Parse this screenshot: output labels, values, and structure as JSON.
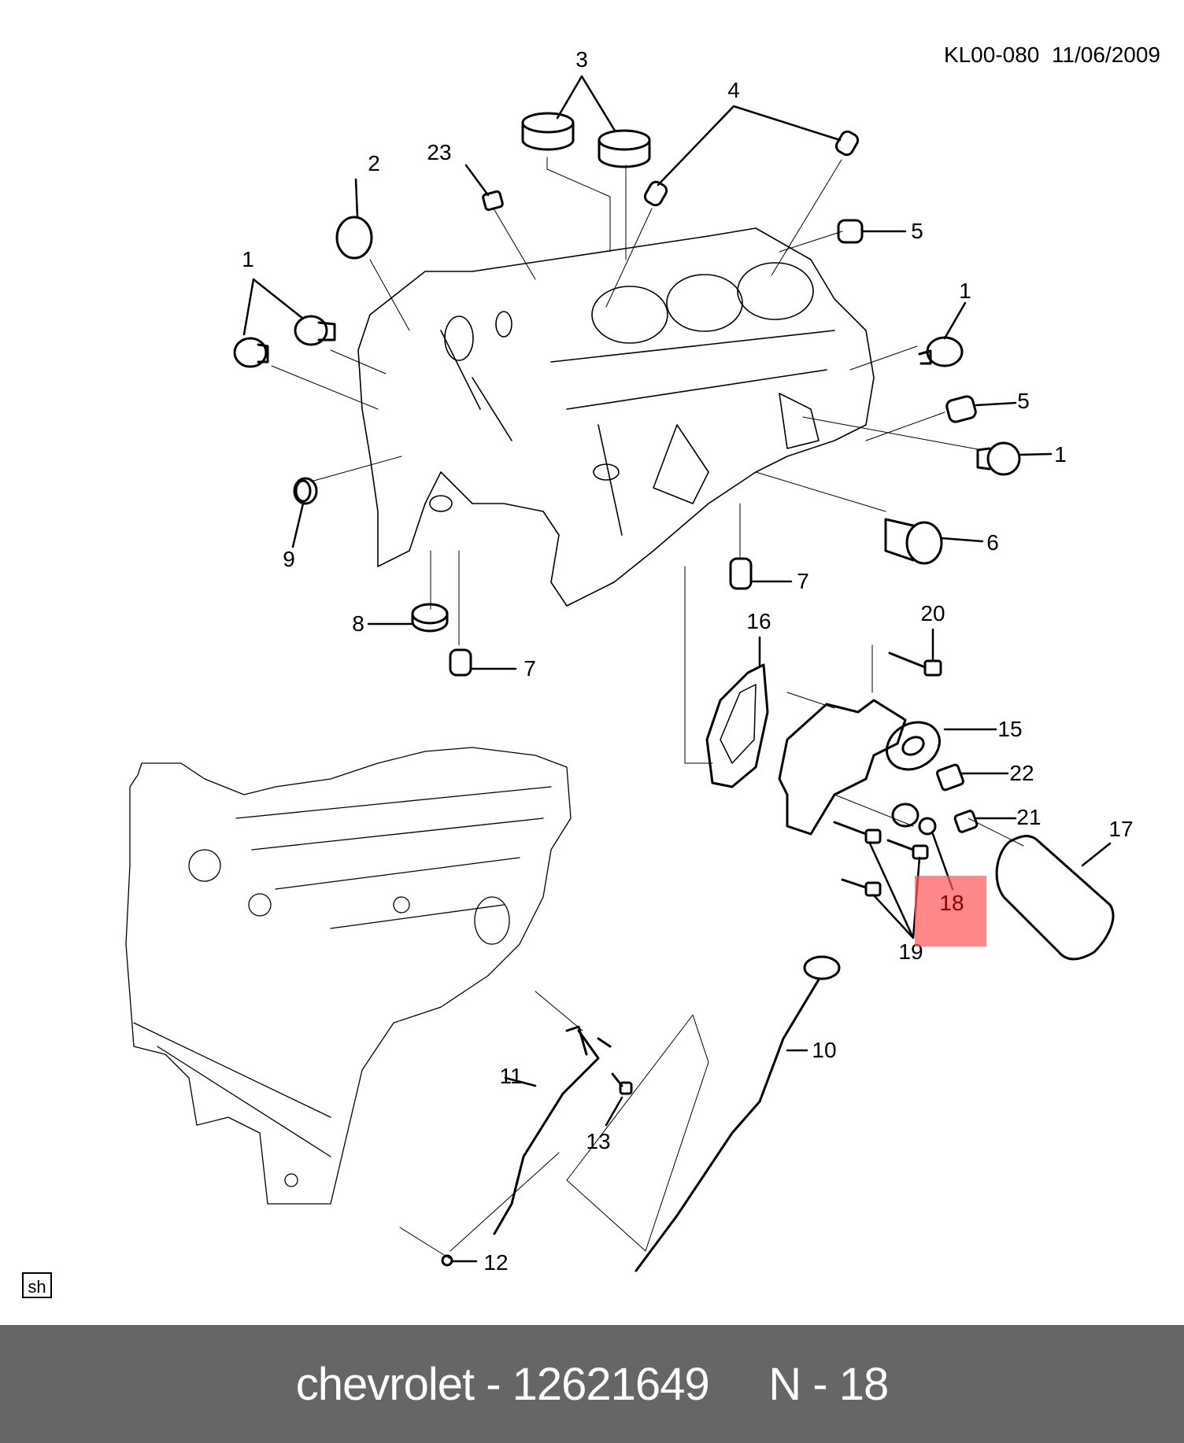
{
  "header": {
    "diagram_code": "KL00-080",
    "date": "11/06/2009"
  },
  "callouts": [
    {
      "id": "3",
      "label": "3"
    },
    {
      "id": "4",
      "label": "4"
    },
    {
      "id": "23",
      "label": "23"
    },
    {
      "id": "2",
      "label": "2"
    },
    {
      "id": "5a",
      "label": "5"
    },
    {
      "id": "1a",
      "label": "1"
    },
    {
      "id": "1b",
      "label": "1"
    },
    {
      "id": "5b",
      "label": "5"
    },
    {
      "id": "1c",
      "label": "1"
    },
    {
      "id": "9",
      "label": "9"
    },
    {
      "id": "6",
      "label": "6"
    },
    {
      "id": "7a",
      "label": "7"
    },
    {
      "id": "8",
      "label": "8"
    },
    {
      "id": "7b",
      "label": "7"
    },
    {
      "id": "16",
      "label": "16"
    },
    {
      "id": "20",
      "label": "20"
    },
    {
      "id": "15",
      "label": "15"
    },
    {
      "id": "22",
      "label": "22"
    },
    {
      "id": "21",
      "label": "21"
    },
    {
      "id": "17",
      "label": "17"
    },
    {
      "id": "19",
      "label": "19"
    },
    {
      "id": "10",
      "label": "10"
    },
    {
      "id": "11",
      "label": "11"
    },
    {
      "id": "13",
      "label": "13"
    },
    {
      "id": "12",
      "label": "12"
    }
  ],
  "highlight": {
    "label": "18",
    "color": "#ff8080"
  },
  "sh_tag": "sh",
  "footer": {
    "brand": "chevrolet",
    "part_number": "12621649",
    "reference": "N - 18",
    "text": "chevrolet - 12621649     N - 18",
    "background": "#666666"
  }
}
